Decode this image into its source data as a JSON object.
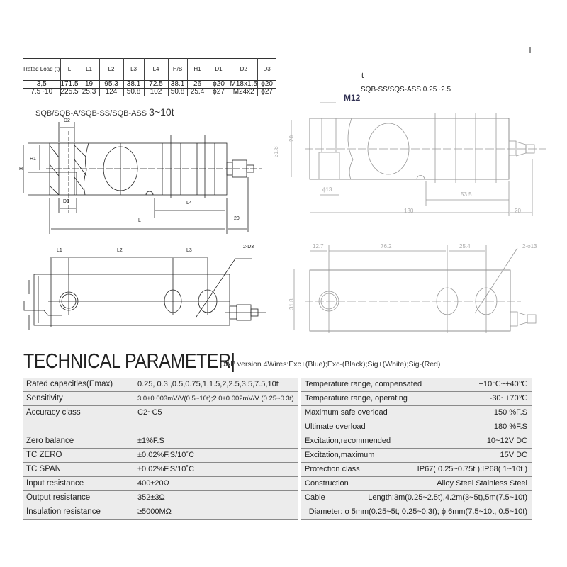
{
  "dimension_table": {
    "headers": [
      "Rated Load (t)",
      "L",
      "L1",
      "L2",
      "L3",
      "L4",
      "H/B",
      "H1",
      "D1",
      "D2",
      "D3"
    ],
    "rows": [
      [
        "3,5",
        "171.5",
        "19",
        "95.3",
        "38.1",
        "72.5",
        "38.1",
        "26",
        "ϕ20",
        "M18x1.5",
        "ϕ20"
      ],
      [
        "7.5~10",
        "225.5",
        "25.3",
        "124",
        "50.8",
        "102",
        "50.8",
        "25.4",
        "ϕ27",
        "M24x2",
        "ϕ27"
      ]
    ]
  },
  "left_drawing": {
    "title": "SQB/SQB-A/SQB-SS/SQB-ASS",
    "title_range": "3~10t",
    "labels": {
      "d2": "D2",
      "d1": "D1",
      "h": "H",
      "h1": "H1",
      "l": "L",
      "l4": "L4",
      "twenty": "20",
      "l1": "L1",
      "l2": "L2",
      "l3": "L3",
      "d3": "2-D3"
    }
  },
  "right_drawing": {
    "t_mark": "t",
    "title": "SQB-SS/SQS-ASS 0.25~2.5",
    "thread": "M12",
    "labels": {
      "h": "31.8",
      "h1": "20",
      "phi13": "ϕ13",
      "l4": "53.5",
      "l": "130",
      "cable": "20",
      "l1": "12.7",
      "l2": "76.2",
      "l3": "25.4",
      "holes": "2-ϕ13",
      "width": "31.8"
    }
  },
  "technical": {
    "heading": "TECHNICAL PARAMETER|",
    "wiring": "OAP version 4Wires:Exc+(Blue);Exc-(Black);Sig+(White);Sig-(Red)",
    "left_rows": [
      {
        "label": "Rated capacities(Emax)",
        "value": "0.25, 0.3 ,0.5,0.75,1,1.5,2,2.5,3,5,7.5,10t"
      },
      {
        "label": "Sensitivity",
        "value": "3.0±0.003mV/V(0.5~10t);2.0±0.002mV/V (0.25~0.3t)"
      },
      {
        "label": "Accuracy class",
        "value": "C2~C5"
      },
      {
        "label": "",
        "value": ""
      },
      {
        "label": "Zero balance",
        "value": "±1%F.S"
      },
      {
        "label": "TC ZERO",
        "value": "±0.02%F.S/10˚C"
      },
      {
        "label": "TC SPAN",
        "value": "±0.02%F.S/10˚C"
      },
      {
        "label": "Input resistance",
        "value": "400±20Ω"
      },
      {
        "label": "Output resistance",
        "value": "352±3Ω"
      },
      {
        "label": "Insulation resistance",
        "value": "≥5000MΩ"
      }
    ],
    "right_rows": [
      {
        "label": "Temperature range, compensated",
        "value": "−10℃~+40℃"
      },
      {
        "label": "Temperature range, operating",
        "value": "-30~+70℃"
      },
      {
        "label": "Maximum safe overload",
        "value": "150 %F.S"
      },
      {
        "label": "Ultimate overload",
        "value": "180 %F.S"
      },
      {
        "label": "Excitation,recommended",
        "value": "10~12V DC"
      },
      {
        "label": "Excitation,maximum",
        "value": "15V DC"
      },
      {
        "label": "Protection class",
        "value": "IP67( 0.25~0.75t );IP68( 1~10t )"
      },
      {
        "label": "Construction",
        "value": "Alloy Steel   Stainless Steel"
      },
      {
        "label": "Cable",
        "value": "Length:3m(0.25~2.5t),4.2m(3~5t),5m(7.5~10t)"
      },
      {
        "label": "",
        "value": "Diameter: ϕ 5mm(0.25~5t; 0.25~0.3t); ϕ 6mm(7.5~10t, 0.5~10t)"
      }
    ]
  }
}
